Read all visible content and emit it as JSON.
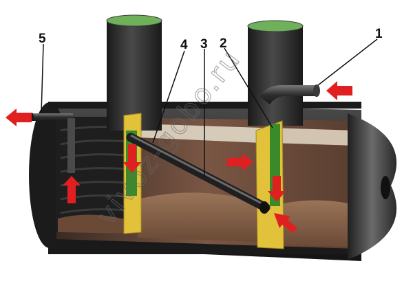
{
  "callouts": {
    "c1": "1",
    "c2": "2",
    "c3": "3",
    "c4": "4",
    "c5": "5"
  },
  "watermark": "vivoz-gobo.ru",
  "colors": {
    "tank_body": "#2b2b2b",
    "tank_inner": "#6b4a3a",
    "sludge": "#8a6a50",
    "partition": "#e1c23a",
    "filter": "#3a8a2a",
    "cap": "#6fb05a",
    "flow_arrow": "#e02020"
  }
}
